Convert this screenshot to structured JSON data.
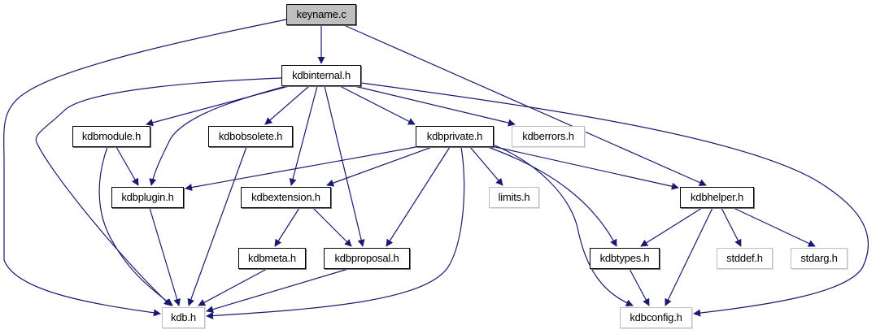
{
  "graph": {
    "type": "include-dependency-graph",
    "nodes": [
      {
        "id": "keyname_c",
        "label": "keyname.c",
        "kind": "root"
      },
      {
        "id": "kdbinternal_h",
        "label": "kdbinternal.h",
        "kind": "documented"
      },
      {
        "id": "kdbmodule_h",
        "label": "kdbmodule.h",
        "kind": "documented"
      },
      {
        "id": "kdbobsolete_h",
        "label": "kdbobsolete.h",
        "kind": "documented"
      },
      {
        "id": "kdbprivate_h",
        "label": "kdbprivate.h",
        "kind": "documented"
      },
      {
        "id": "kdberrors_h",
        "label": "kdberrors.h",
        "kind": "external"
      },
      {
        "id": "kdbplugin_h",
        "label": "kdbplugin.h",
        "kind": "documented"
      },
      {
        "id": "kdbextension_h",
        "label": "kdbextension.h",
        "kind": "documented"
      },
      {
        "id": "limits_h",
        "label": "limits.h",
        "kind": "external"
      },
      {
        "id": "kdbhelper_h",
        "label": "kdbhelper.h",
        "kind": "documented"
      },
      {
        "id": "kdbmeta_h",
        "label": "kdbmeta.h",
        "kind": "documented"
      },
      {
        "id": "kdbproposal_h",
        "label": "kdbproposal.h",
        "kind": "documented"
      },
      {
        "id": "kdbtypes_h",
        "label": "kdbtypes.h",
        "kind": "documented"
      },
      {
        "id": "stddef_h",
        "label": "stddef.h",
        "kind": "external"
      },
      {
        "id": "stdarg_h",
        "label": "stdarg.h",
        "kind": "external"
      },
      {
        "id": "kdb_h",
        "label": "kdb.h",
        "kind": "external"
      },
      {
        "id": "kdbconfig_h",
        "label": "kdbconfig.h",
        "kind": "external"
      }
    ],
    "edges": [
      [
        "keyname_c",
        "kdbinternal_h"
      ],
      [
        "keyname_c",
        "kdb_h"
      ],
      [
        "keyname_c",
        "kdbhelper_h"
      ],
      [
        "kdbinternal_h",
        "kdbmodule_h"
      ],
      [
        "kdbinternal_h",
        "kdbobsolete_h"
      ],
      [
        "kdbinternal_h",
        "kdbprivate_h"
      ],
      [
        "kdbinternal_h",
        "kdberrors_h"
      ],
      [
        "kdbinternal_h",
        "kdbplugin_h"
      ],
      [
        "kdbinternal_h",
        "kdbextension_h"
      ],
      [
        "kdbinternal_h",
        "kdbproposal_h"
      ],
      [
        "kdbinternal_h",
        "kdb_h"
      ],
      [
        "kdbinternal_h",
        "kdbconfig_h"
      ],
      [
        "kdbmodule_h",
        "kdbplugin_h"
      ],
      [
        "kdbmodule_h",
        "kdb_h"
      ],
      [
        "kdbobsolete_h",
        "kdb_h"
      ],
      [
        "kdbprivate_h",
        "kdbplugin_h"
      ],
      [
        "kdbprivate_h",
        "kdbextension_h"
      ],
      [
        "kdbprivate_h",
        "kdbproposal_h"
      ],
      [
        "kdbprivate_h",
        "limits_h"
      ],
      [
        "kdbprivate_h",
        "kdbhelper_h"
      ],
      [
        "kdbprivate_h",
        "kdbtypes_h"
      ],
      [
        "kdbprivate_h",
        "kdbconfig_h"
      ],
      [
        "kdbprivate_h",
        "kdb_h"
      ],
      [
        "kdbplugin_h",
        "kdb_h"
      ],
      [
        "kdbextension_h",
        "kdbmeta_h"
      ],
      [
        "kdbextension_h",
        "kdbproposal_h"
      ],
      [
        "kdbmeta_h",
        "kdb_h"
      ],
      [
        "kdbproposal_h",
        "kdb_h"
      ],
      [
        "kdbhelper_h",
        "kdbtypes_h"
      ],
      [
        "kdbhelper_h",
        "kdbconfig_h"
      ],
      [
        "kdbhelper_h",
        "stddef_h"
      ],
      [
        "kdbhelper_h",
        "stdarg_h"
      ],
      [
        "kdbtypes_h",
        "kdbconfig_h"
      ]
    ]
  },
  "colors": {
    "edge": "#191970",
    "root_fill": "#bfbfbf",
    "documented_border": "#000000",
    "external_border": "#bfbfbf"
  }
}
